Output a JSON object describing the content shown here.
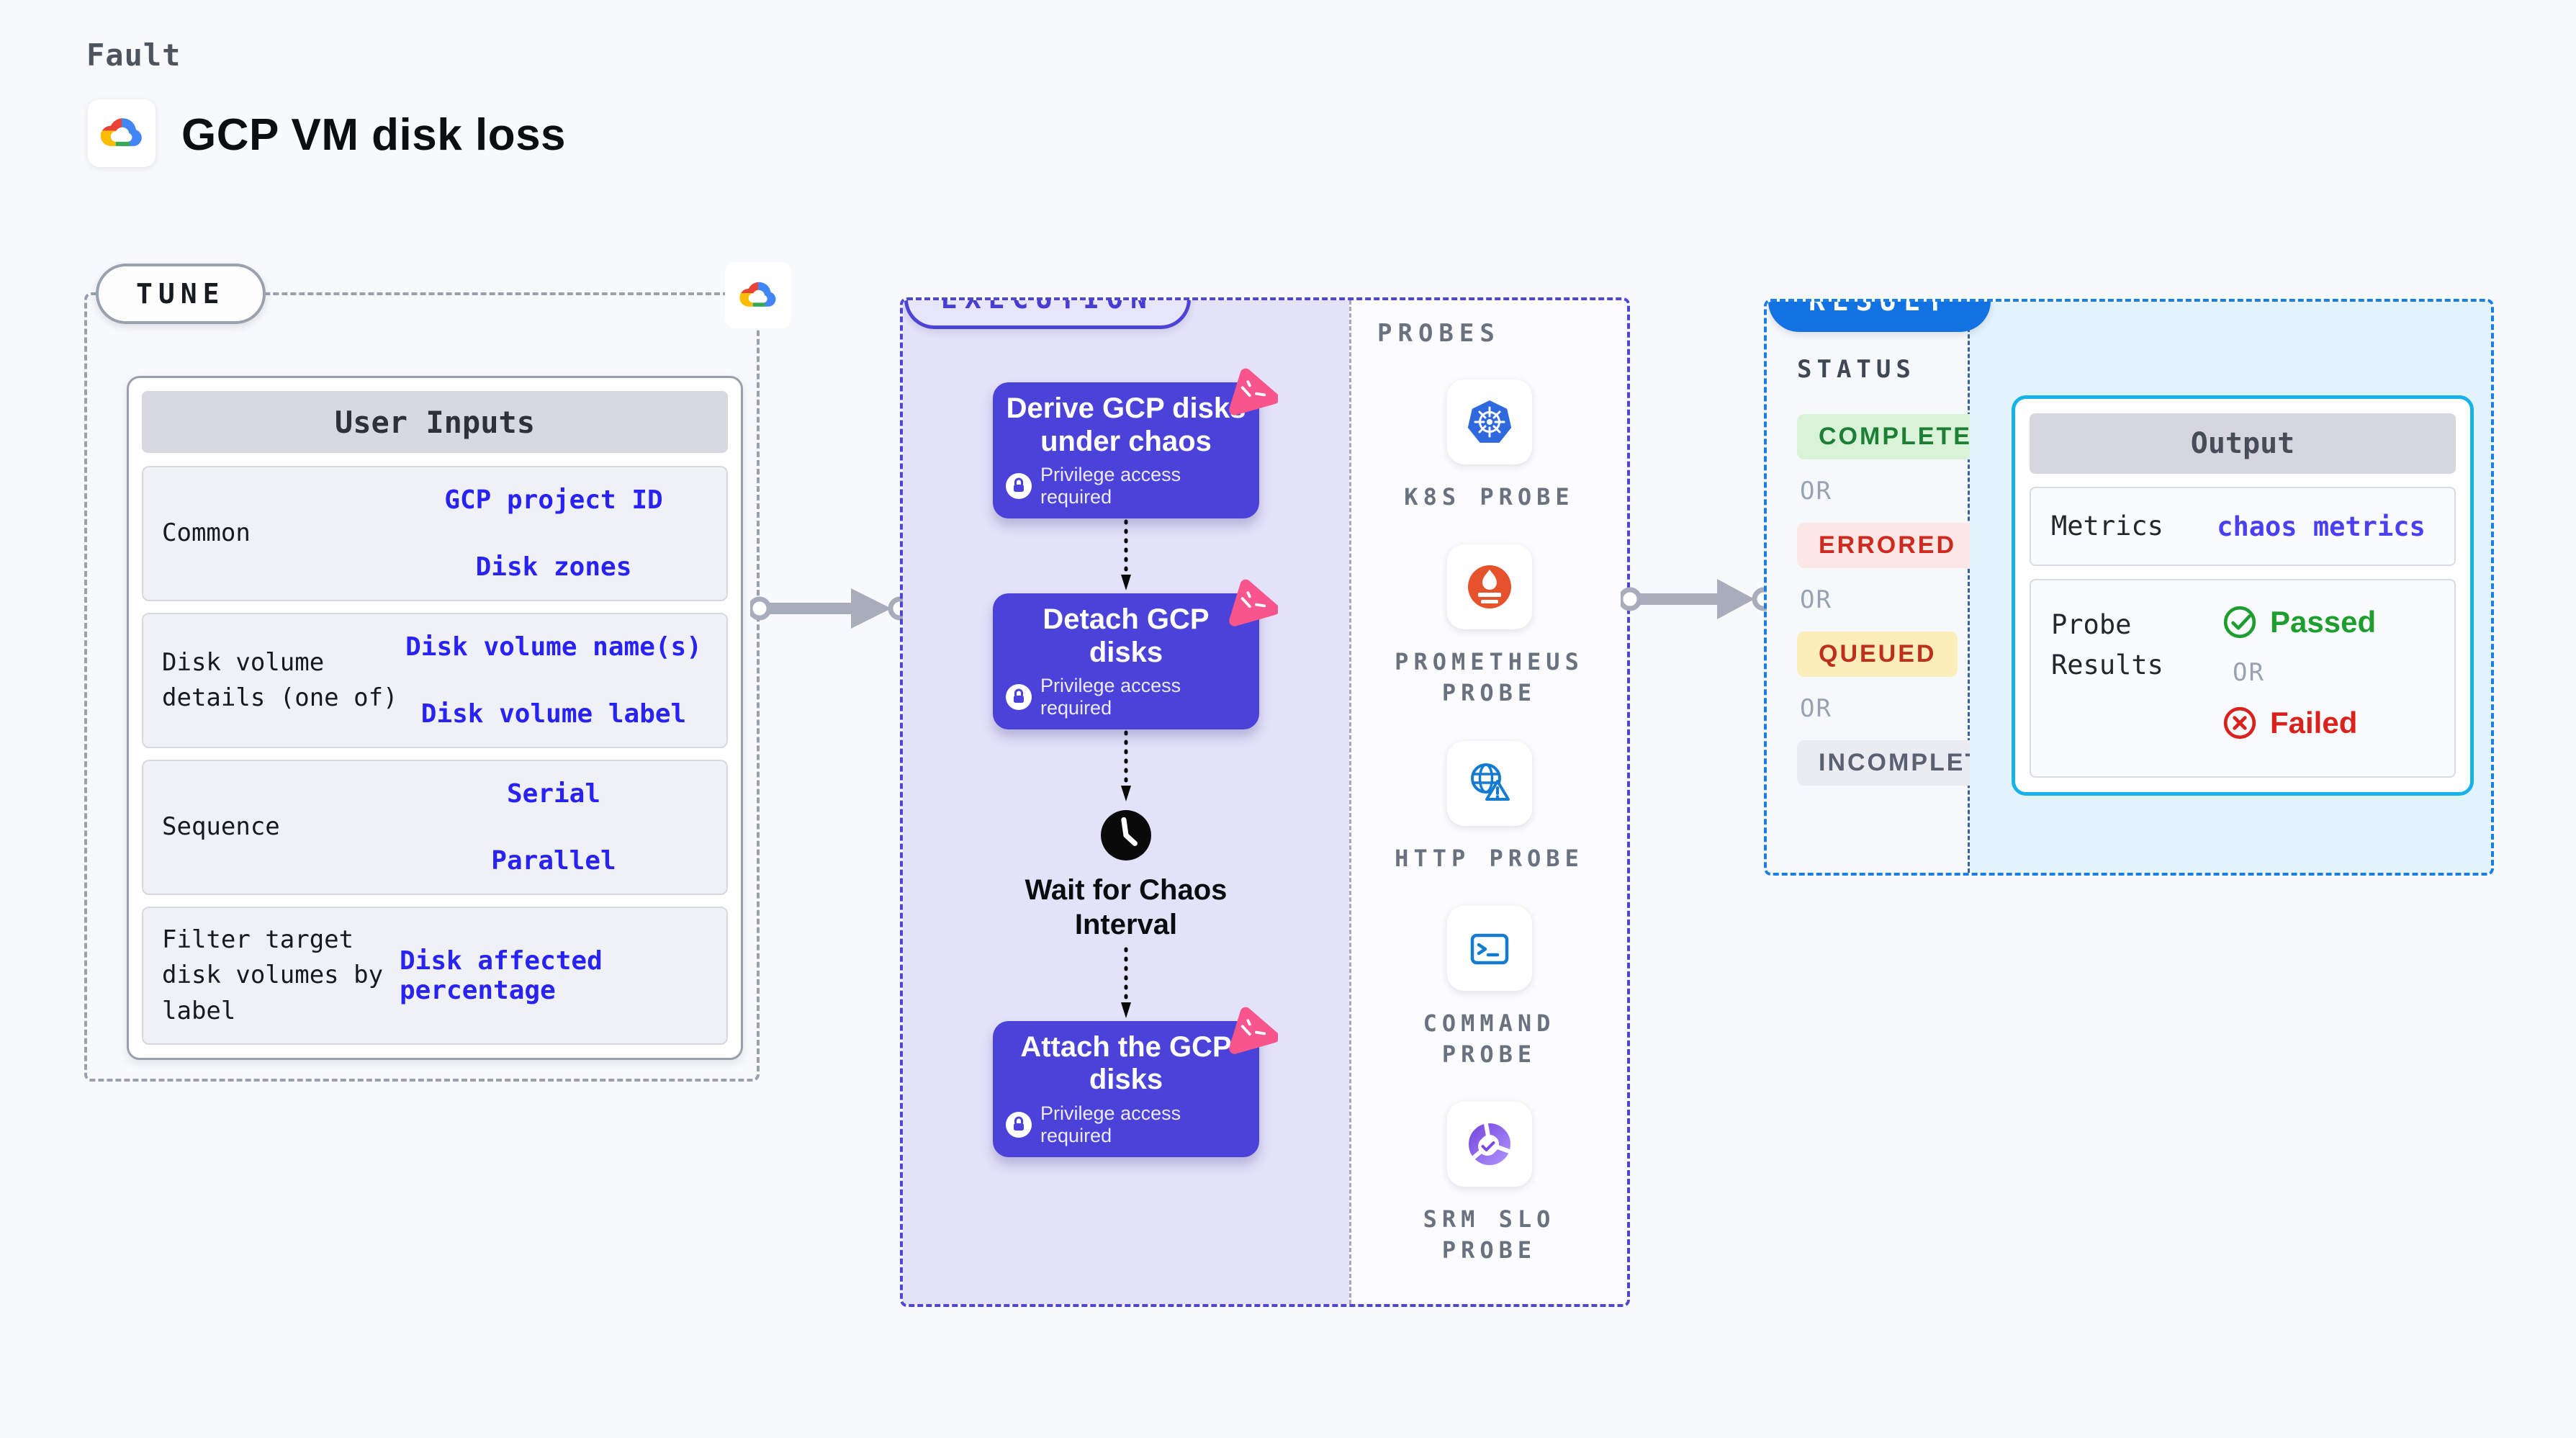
{
  "page": {
    "kicker": "Fault",
    "title": "GCP VM disk loss"
  },
  "tune": {
    "badge": "TUNE",
    "table": {
      "header": "User Inputs",
      "rows": [
        {
          "label": "Common",
          "values": [
            "GCP project ID",
            "Disk zones"
          ]
        },
        {
          "label": "Disk volume details (one of)",
          "values": [
            "Disk volume name(s)",
            "Disk volume label"
          ]
        },
        {
          "label": "Sequence",
          "values": [
            "Serial",
            "Parallel"
          ]
        },
        {
          "label": "Filter target disk volumes by label",
          "values": [
            "Disk affected percentage"
          ]
        }
      ]
    }
  },
  "execution": {
    "badge": "EXECUTION",
    "privilege_label": "Privilege access required",
    "nodes": [
      {
        "title": "Derive GCP disks under chaos"
      },
      {
        "title": "Detach GCP disks"
      },
      {
        "title": "Attach the GCP disks"
      }
    ],
    "wait_step": {
      "label": "Wait for Chaos Interval"
    }
  },
  "probes": {
    "heading": "PROBES",
    "items": [
      {
        "label": "K8S PROBE",
        "icon": "kubernetes-icon"
      },
      {
        "label": "PROMETHEUS PROBE",
        "icon": "prometheus-icon"
      },
      {
        "label": "HTTP PROBE",
        "icon": "http-globe-warning-icon"
      },
      {
        "label": "COMMAND PROBE",
        "icon": "command-terminal-icon"
      },
      {
        "label": "SRM SLO PROBE",
        "icon": "srm-slo-gauge-icon"
      }
    ]
  },
  "result": {
    "badge": "RESULT",
    "status": {
      "heading": "STATUS",
      "or_label": "OR",
      "items": [
        {
          "label": "COMPLETED",
          "state": "completed"
        },
        {
          "label": "ERRORED",
          "state": "errored"
        },
        {
          "label": "QUEUED",
          "state": "queued"
        },
        {
          "label": "INCOMPLETED",
          "state": "incompleted"
        }
      ]
    },
    "output": {
      "header": "Output",
      "metrics_label": "Metrics",
      "metrics_value": "chaos metrics",
      "probe_results_label": "Probe Results",
      "passed_label": "Passed",
      "or_label": "OR",
      "failed_label": "Failed"
    }
  },
  "colors": {
    "page_bg": "#f8f9fc",
    "node_purple": "#4b42da",
    "execution_border": "#4e45d5",
    "execution_bg": "#e4e2f9",
    "tune_border": "#9aa1ac",
    "result_border": "#1b7ee2",
    "result_badge_bg": "#1372e2",
    "output_border": "#16b2e9",
    "output_region_bg": "#e3f3fc",
    "value_blue": "#2823f3",
    "chaos_pink": "#f7558c",
    "passed_green": "#1d9e2f",
    "failed_red": "#da211b",
    "completed_green": "#1d7f35",
    "errored_red": "#cf2a20",
    "queued_amber_bg": "#fceebb",
    "arrow_grey": "#a9adbb"
  }
}
